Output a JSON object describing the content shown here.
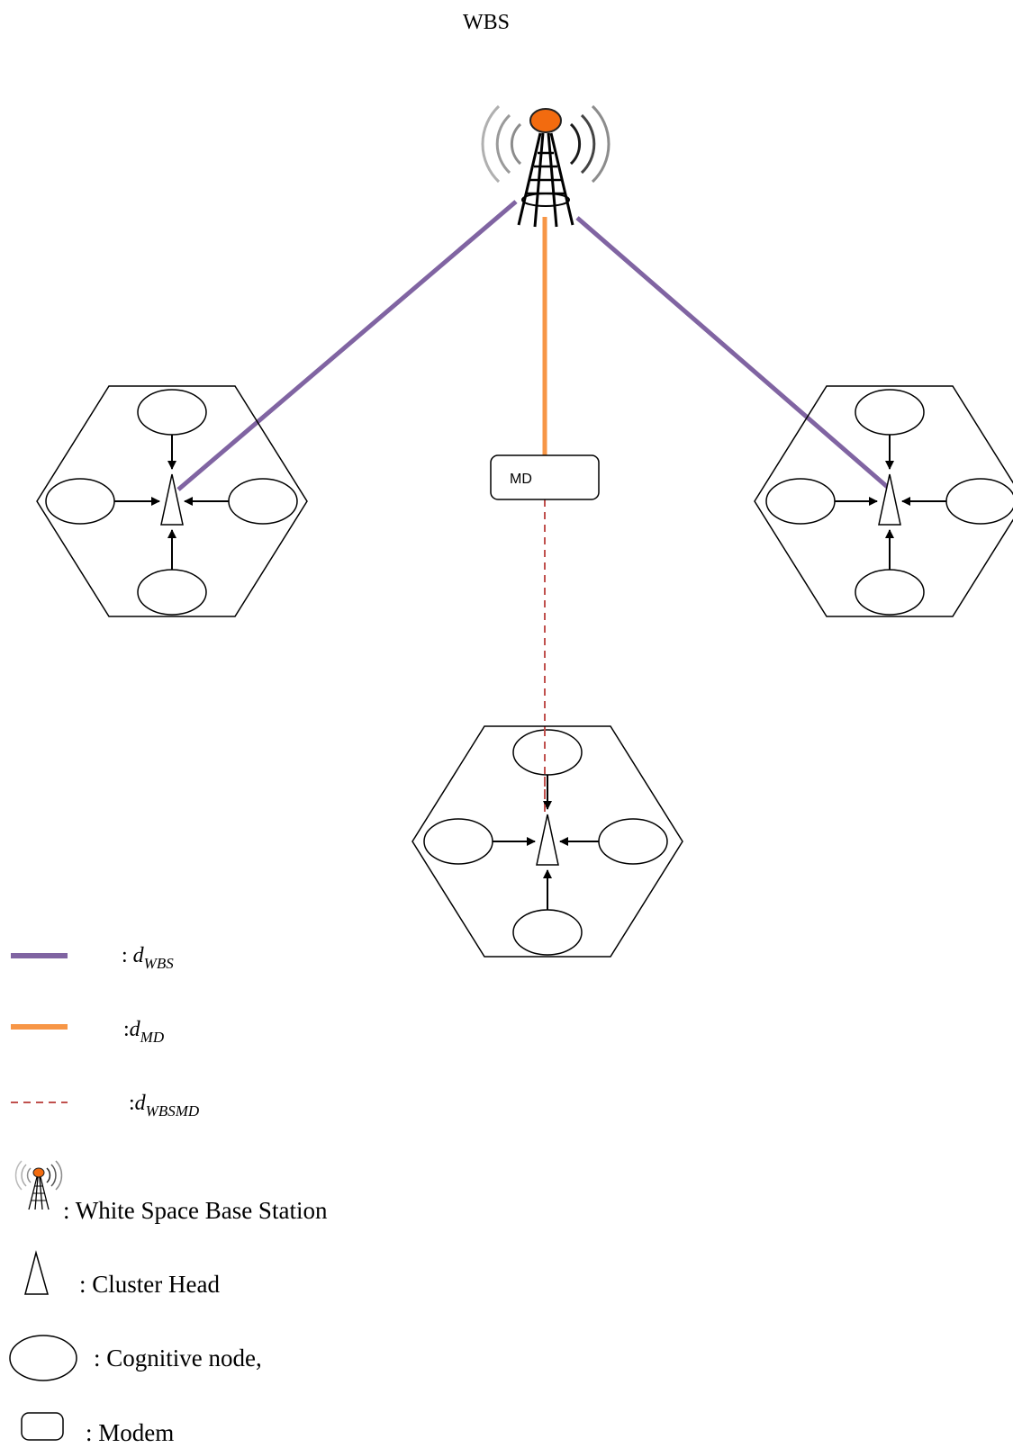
{
  "title": "WBS",
  "modem_label": "MD",
  "colors": {
    "d_wbs": "#8064a2",
    "d_md": "#f79646",
    "d_wbsmd": "#c0504d",
    "antenna": "#f26b0f",
    "stroke": "#000000",
    "wave": "#8c8c8c"
  },
  "legend": {
    "d_wbs": {
      "prefix": ": ",
      "symbol": "d",
      "subscript": "WBS"
    },
    "d_md": {
      "prefix": ":",
      "symbol": "d",
      "subscript": "MD"
    },
    "d_wbsmd": {
      "prefix": ":",
      "symbol": "d",
      "subscript": "WBSMD"
    },
    "base_station": ": White Space Base Station",
    "cluster_head": ": Cluster Head",
    "cognitive_node": ": Cognitive node,",
    "modem": ": Modem"
  }
}
